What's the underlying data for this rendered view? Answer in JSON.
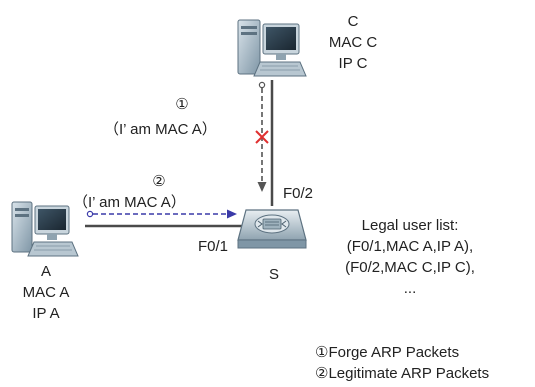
{
  "nodes": {
    "c": {
      "name": "C",
      "mac": "MAC C",
      "ip": "IP C"
    },
    "a": {
      "name": "A",
      "mac": "MAC A",
      "ip": "IP A"
    },
    "s": {
      "name": "S"
    }
  },
  "ports": {
    "f01": "F0/1",
    "f02": "F0/2"
  },
  "messages": {
    "m1": {
      "num": "①",
      "text": "（I’ am MAC A）"
    },
    "m2": {
      "num": "②",
      "text": "（I’ am MAC A）"
    }
  },
  "legal_list": {
    "title": "Legal user list:",
    "entries": [
      "(F0/1,MAC A,IP A),",
      "(F0/2,MAC C,IP C),",
      "..."
    ]
  },
  "legend": [
    "①Forge ARP Packets",
    "②Legitimate ARP Packets"
  ],
  "colors": {
    "forged": "#e03030",
    "legit": "#3a3aa8",
    "line": "#4a4a4a",
    "dashed_forged": "#555555"
  }
}
